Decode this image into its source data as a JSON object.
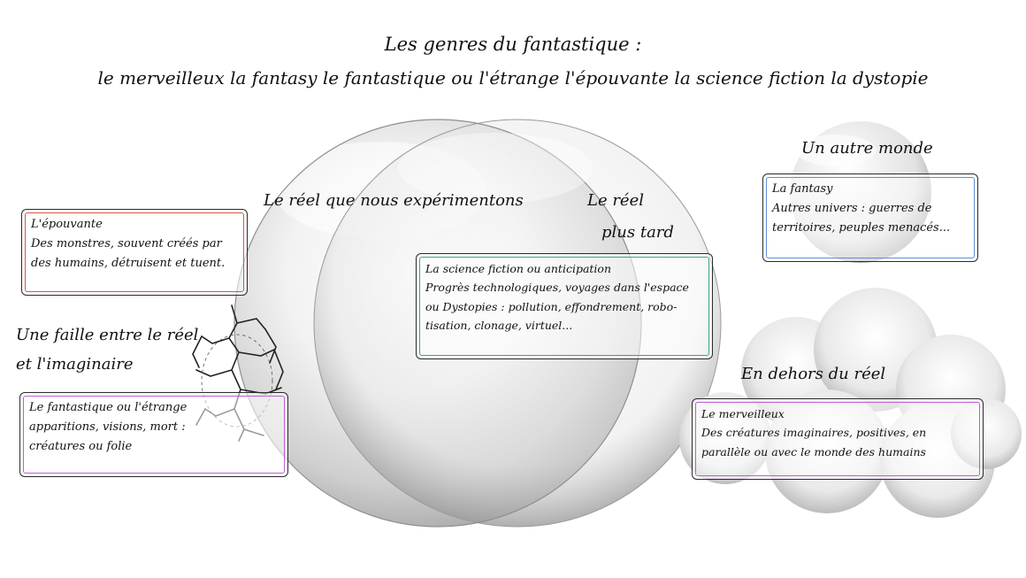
{
  "header": {
    "title": "Les genres du fantastique :",
    "subtitle": "le merveilleux la fantasy le fantastique ou l'étrange l'épouvante la science fiction la dystopie"
  },
  "labels": {
    "real_now": "Le réel que nous expérimentons",
    "real_later_1": "Le réel",
    "real_later_2": "plus tard",
    "other_world": "Un autre monde",
    "rift_1": "Une faille entre le réel",
    "rift_2": "et l'imaginaire",
    "outside": "En dehors du réel"
  },
  "boxes": {
    "epouvante": {
      "title": "L'épouvante",
      "lines": [
        "Des monstres, souvent créés par",
        "des humains, détruisent et tuent."
      ],
      "accent": "#d9534f"
    },
    "fantastique": {
      "title": "Le fantastique ou l'étrange",
      "lines": [
        "apparitions, visions, mort :",
        "créatures ou folie"
      ],
      "accent": "#c05bd6"
    },
    "science_fiction": {
      "title": "La science fiction ou anticipation",
      "lines": [
        "Progrès technologiques, voyages dans l'espace",
        "ou Dystopies : pollution, effondrement, robo-",
        "tisation, clonage, virtuel..."
      ],
      "accent": "#3aa876"
    },
    "fantasy": {
      "title": "La fantasy",
      "lines": [
        "Autres univers : guerres de",
        "territoires, peuples menacés..."
      ],
      "accent": "#5b8fd6"
    },
    "merveilleux": {
      "title": "Le merveilleux",
      "lines": [
        "Des créatures imaginaires, positives, en",
        "parallèle ou avec le monde des humains"
      ],
      "accent": "#c05bd6"
    }
  },
  "colors": {
    "text": "#111111",
    "border": "#2a2a2a",
    "sphere": "#d8d8d8",
    "cloud": "#e6e6e6"
  },
  "icons": [
    "large-sphere",
    "small-sphere",
    "crack-icon",
    "cloud-icon"
  ]
}
